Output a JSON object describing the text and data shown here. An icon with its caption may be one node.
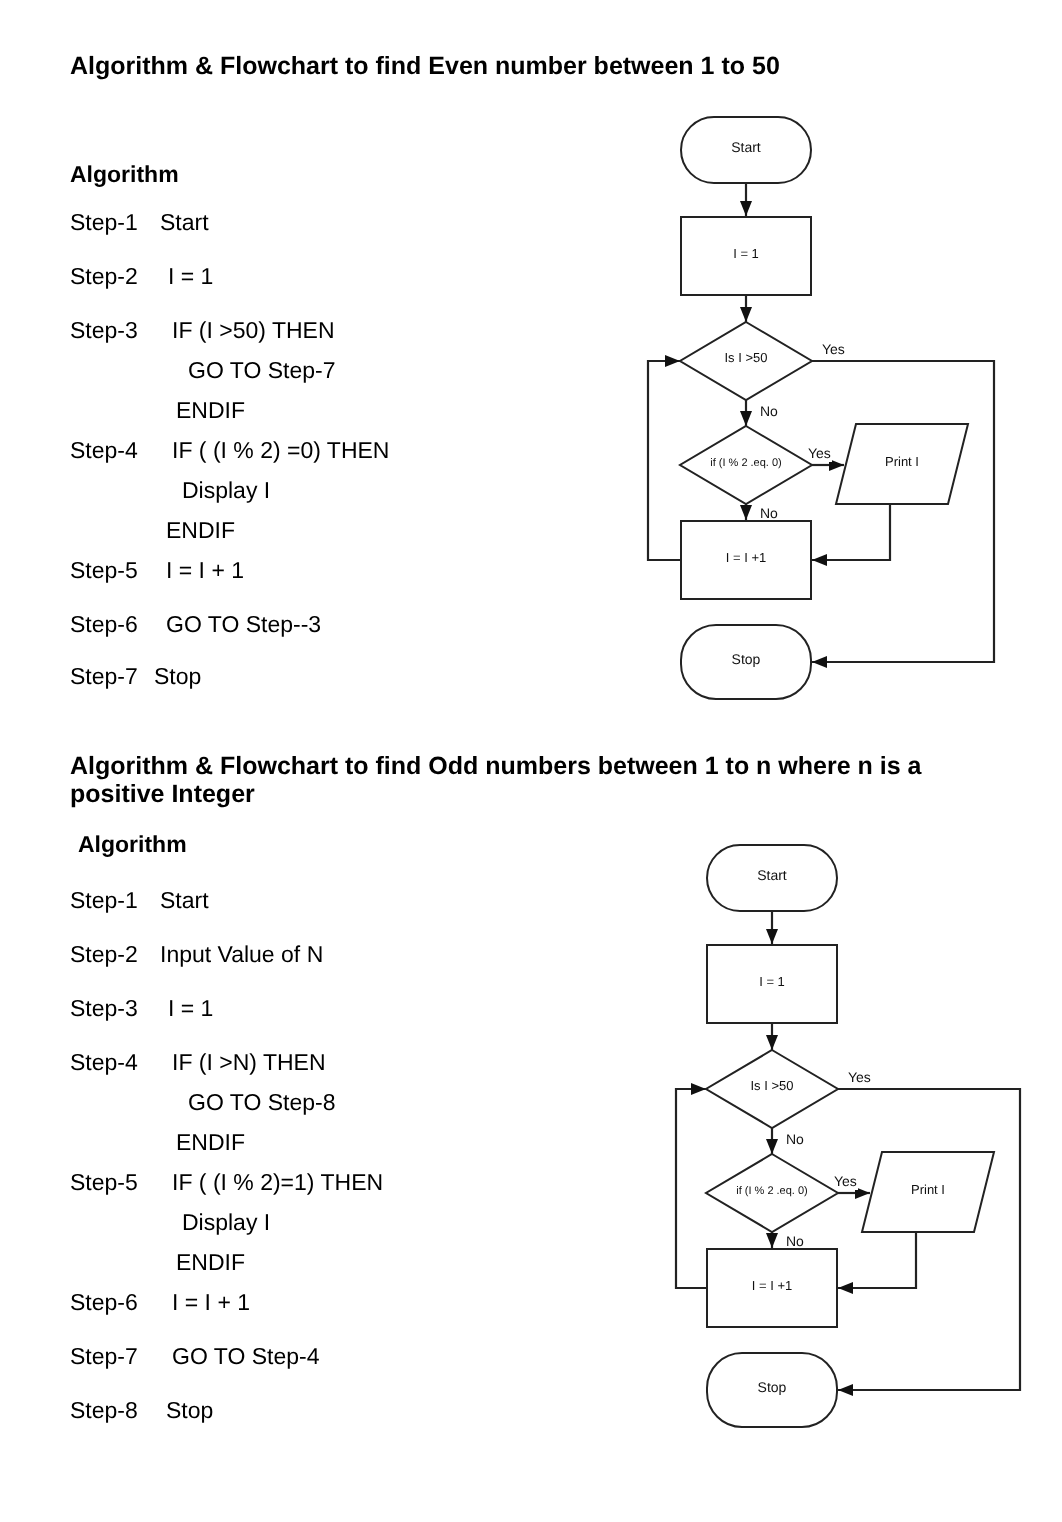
{
  "diagram": {
    "nodes": [
      {
        "text": [
          "Start"
        ]
      },
      {
        "text": [
          "I = 1"
        ]
      },
      {
        "text": [
          "Is I >50"
        ]
      },
      {
        "text": [
          "if (I % 2 .eq. 0)"
        ]
      },
      {
        "text": [
          "Print I"
        ]
      },
      {
        "text": [
          "I = I +1"
        ]
      },
      {
        "text": [
          "Stop"
        ]
      },
      {
        "text": [
          "Start"
        ]
      },
      {
        "text": [
          "I = 1"
        ]
      },
      {
        "text": [
          "Is I >50"
        ]
      },
      {
        "text": [
          "if (I % 2 .eq. 0)"
        ]
      },
      {
        "text": [
          "Print I"
        ]
      },
      {
        "text": [
          "I = I +1"
        ]
      },
      {
        "text": [
          "Stop"
        ]
      }
    ],
    "edges": [
      {
        "from": 0,
        "to": 1,
        "arrow": "to"
      },
      {
        "from": 1,
        "to": 2,
        "arrow": "to"
      },
      {
        "from": 2,
        "to": 6,
        "arrow": "to",
        "label": "Yes"
      },
      {
        "from": 2,
        "to": 3,
        "arrow": "to",
        "label": "No"
      },
      {
        "from": 3,
        "to": 4,
        "arrow": "to",
        "label": "Yes"
      },
      {
        "from": 3,
        "to": 5,
        "arrow": "to",
        "label": "No"
      },
      {
        "from": 4,
        "to": 5,
        "arrow": "to"
      },
      {
        "from": 5,
        "to": 2,
        "arrow": "to"
      },
      {
        "from": 7,
        "to": 8,
        "arrow": "to"
      },
      {
        "from": 8,
        "to": 9,
        "arrow": "to"
      },
      {
        "from": 9,
        "to": 13,
        "arrow": "to",
        "label": "Yes"
      },
      {
        "from": 9,
        "to": 10,
        "arrow": "to",
        "label": "No"
      },
      {
        "from": 10,
        "to": 11,
        "arrow": "to",
        "label": "Yes"
      },
      {
        "from": 10,
        "to": 12,
        "arrow": "to",
        "label": "No"
      },
      {
        "from": 11,
        "to": 12,
        "arrow": "to"
      },
      {
        "from": 12,
        "to": 9,
        "arrow": "to"
      }
    ],
    "labels": [
      "Algorithm & Flowchart to find Even number between 1 to 50",
      "Algorithm",
      "Step-1",
      "Start",
      "Step-2",
      "I = 1",
      "Step-3",
      "IF (I >50) THEN",
      "GO TO Step-7",
      "ENDIF",
      "Step-4",
      "IF ( (I % 2) =0) THEN",
      "Display I",
      "ENDIF",
      "Step-5",
      "I = I + 1",
      "Step-6",
      "GO TO Step--3",
      "Step-7",
      "Stop",
      "Algorithm & Flowchart to find Odd numbers between 1 to n where n is a positive Integer",
      "Algorithm",
      "Step-1",
      "Start",
      "Step-2",
      "Input Value of N",
      "Step-3",
      "I = 1",
      "Step-4",
      "IF (I >N) THEN",
      "GO TO Step-8",
      "ENDIF",
      "Step-5",
      "IF ( (I % 2)=1) THEN",
      "Display I",
      "ENDIF",
      "Step-6",
      "I = I + 1",
      "Step-7",
      "GO TO Step-4",
      "Step-8",
      "Stop"
    ]
  }
}
